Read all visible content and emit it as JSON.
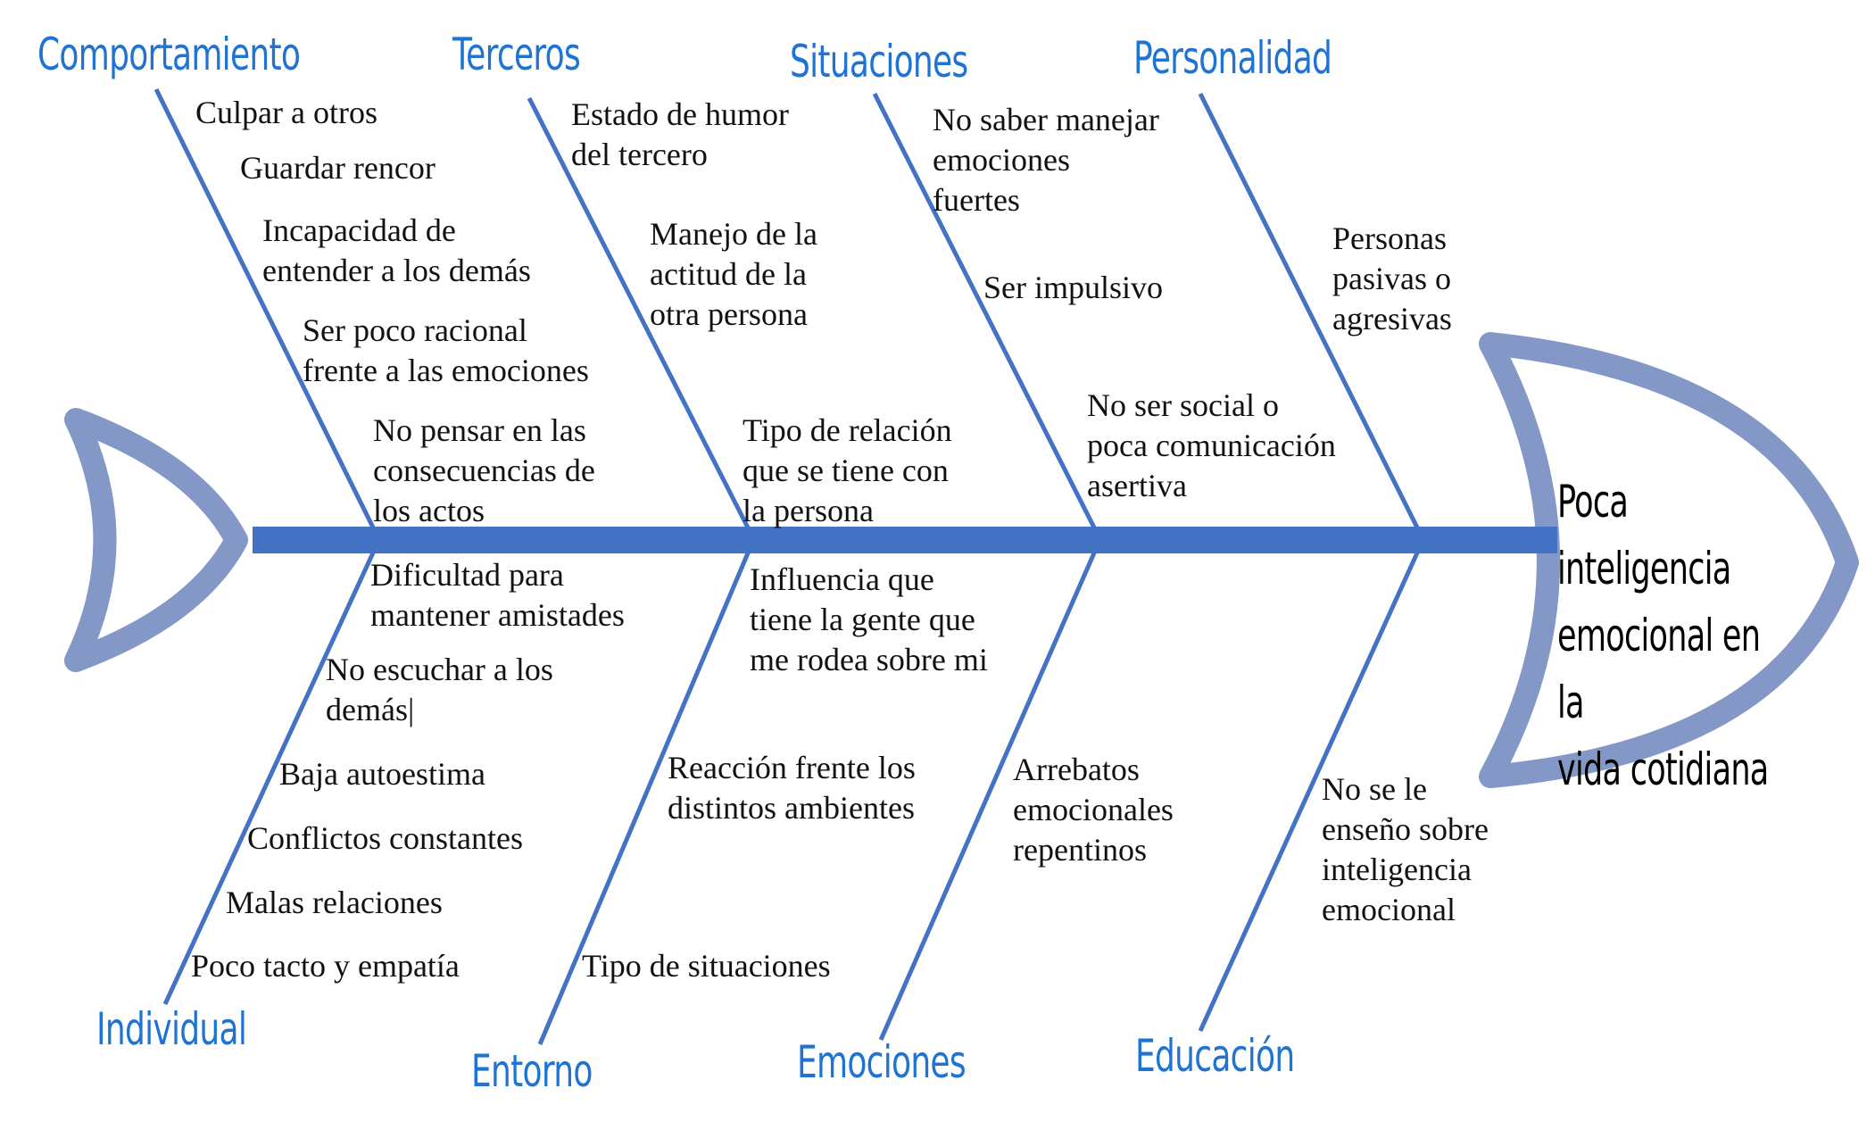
{
  "effect": "Poca inteligencia\nemocional en la\nvida cotidiana",
  "categories": {
    "comportamiento": "Comportamiento",
    "terceros": "Terceros",
    "situaciones": "Situaciones",
    "personalidad": "Personalidad",
    "individual": "Individual",
    "entorno": "Entorno",
    "emociones": "Emociones",
    "educacion": "Educación"
  },
  "causes": {
    "comportamiento": [
      "Culpar a otros",
      "Guardar rencor",
      "Incapacidad de\nentender a los demás",
      "Ser poco racional\nfrente a las emociones",
      "No pensar en las\nconsecuencias de\nlos actos"
    ],
    "terceros": [
      "Estado de humor\ndel tercero",
      "Manejo de la\nactitud de la\notra persona",
      "Tipo de relación\nque se tiene con\nla persona"
    ],
    "situaciones": [
      "No saber manejar\nemociones\nfuertes",
      "Ser impulsivo",
      "No ser social o\npoca comunicación\nasertiva"
    ],
    "personalidad": [
      "Personas\npasivas o\nagresivas"
    ],
    "individual": [
      "Dificultad para\nmantener amistades",
      "No escuchar a los\ndemás|",
      "Baja autoestima",
      "Conflictos constantes",
      "Malas relaciones",
      "Poco tacto y empatía"
    ],
    "entorno": [
      "Influencia que\ntiene la gente que\nme rodea sobre mi",
      "Reacción frente los\ndistintos ambientes",
      "Tipo de situaciones"
    ],
    "emociones": [
      "Arrebatos\nemocionales\nrepentinos"
    ],
    "educacion": [
      "No se le\nenseño sobre\ninteligencia\nemocional"
    ]
  },
  "colors": {
    "spine": "#4472c4",
    "bones": "#4472c4",
    "fish_outline": "#8398c6",
    "category_text": "#1f73d3",
    "cause_text": "#111111"
  }
}
